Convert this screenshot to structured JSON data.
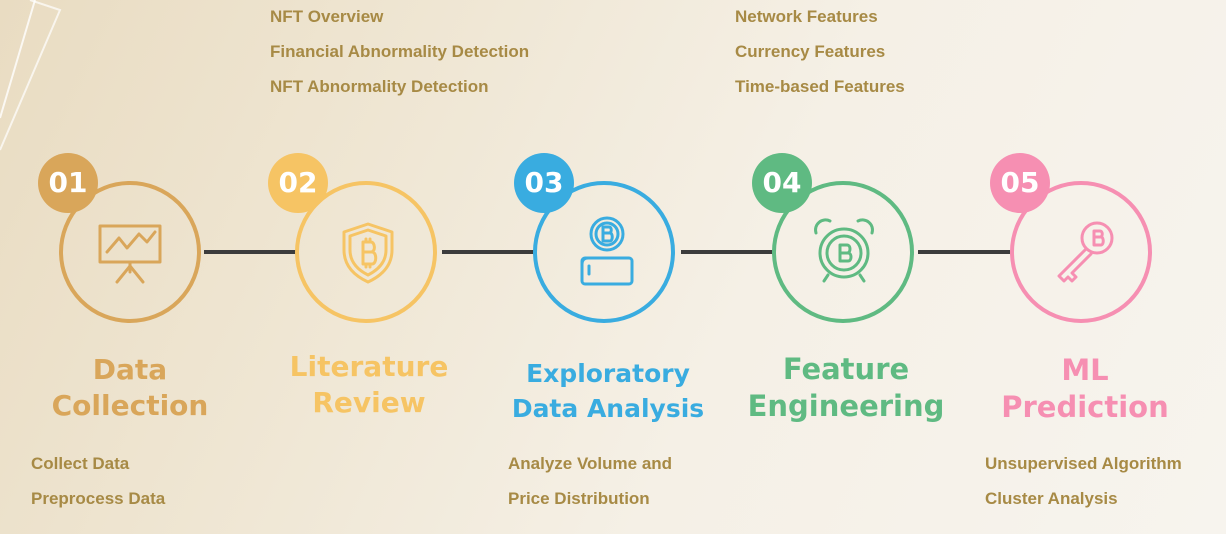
{
  "colors": {
    "step1": "#d9a65a",
    "step2": "#f6c464",
    "step3": "#39ace0",
    "step4": "#5fba82",
    "step5": "#f68fb2",
    "bullet_text": "#a78a45",
    "connector": "#3c3c3c"
  },
  "steps": [
    {
      "badge": "01",
      "title_line1": "Data",
      "title_line2": "Collection",
      "icon": "presentation-chart-icon"
    },
    {
      "badge": "02",
      "title_line1": "Literature",
      "title_line2": "Review",
      "icon": "bitcoin-shield-icon"
    },
    {
      "badge": "03",
      "title_line1": "Exploratory",
      "title_line2": "Data Analysis",
      "icon": "bitcoin-wallet-icon"
    },
    {
      "badge": "04",
      "title_line1": "Feature",
      "title_line2": "Engineering",
      "icon": "bitcoin-alarm-clock-icon"
    },
    {
      "badge": "05",
      "title_line1": "ML",
      "title_line2": "Prediction",
      "icon": "bitcoin-key-icon"
    }
  ],
  "top_bullets": {
    "literature_review": [
      "NFT Overview",
      "Financial Abnormality Detection",
      "NFT Abnormality Detection"
    ],
    "feature_engineering": [
      "Network Features",
      "Currency Features",
      "Time-based Features"
    ]
  },
  "bottom_bullets": {
    "data_collection": [
      "Collect Data",
      "Preprocess Data"
    ],
    "exploratory_analysis": [
      "Analyze Volume and",
      "Price Distribution"
    ],
    "ml_prediction": [
      "Unsupervised Algorithm",
      "Cluster Analysis"
    ]
  }
}
